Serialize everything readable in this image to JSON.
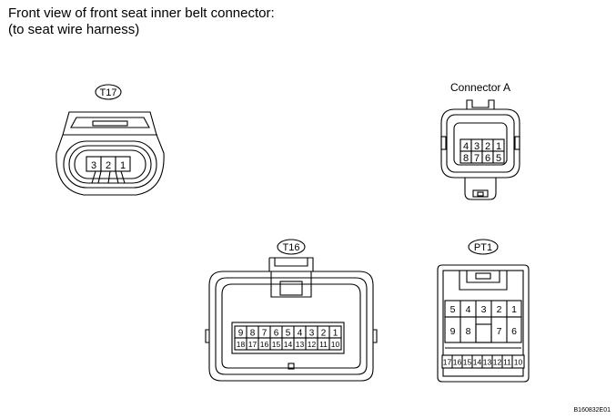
{
  "title": {
    "line1": "Front view of front seat inner belt connector:",
    "line2": "(to seat wire harness)"
  },
  "connectors": {
    "t17": {
      "tag": "T17",
      "pins": [
        "3",
        "2",
        "1"
      ]
    },
    "connector_a": {
      "label": "Connector A",
      "row1": [
        "4",
        "3",
        "2",
        "1"
      ],
      "row2": [
        "8",
        "7",
        "6",
        "5"
      ]
    },
    "t16": {
      "tag": "T16",
      "row1": [
        "9",
        "8",
        "7",
        "6",
        "5",
        "4",
        "3",
        "2",
        "1"
      ],
      "row2": [
        "18",
        "17",
        "16",
        "15",
        "14",
        "13",
        "12",
        "11",
        "10"
      ]
    },
    "pt1": {
      "tag": "PT1",
      "row1": [
        "5",
        "4",
        "3",
        "2",
        "1"
      ],
      "row2": [
        "9",
        "8",
        "7",
        "6"
      ],
      "row3": [
        "17",
        "16",
        "15",
        "14",
        "13",
        "12",
        "11",
        "10"
      ]
    }
  },
  "figure_code": "B160832E01"
}
